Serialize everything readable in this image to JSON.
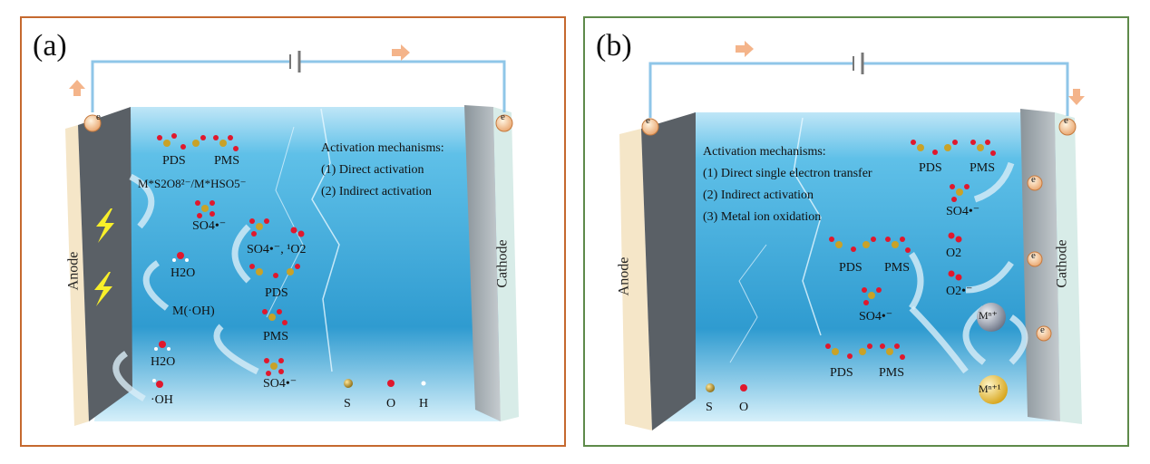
{
  "panel_a": {
    "tag": "(a)",
    "mechanism_title": "Activation mechanisms:",
    "mechanisms": [
      "(1) Direct activation",
      "(2) Indirect activation"
    ],
    "electrode_left": "Anode",
    "electrode_right": "Cathode",
    "electron": "e",
    "labels": {
      "pds_top": "PDS",
      "pms_top": "PMS",
      "m_complex": "M*S2O8²⁻/M*HSO5⁻",
      "so4_1": "SO4•⁻",
      "h2o_1": "H2O",
      "m_oh": "M(·OH)",
      "h2o_2": "H2O",
      "oh": "·OH",
      "so4_o2": "SO4•⁻, ¹O2",
      "pds_mid": "PDS",
      "pms_mid": "PMS",
      "so4_2": "SO4•⁻"
    },
    "legend": [
      "S",
      "O",
      "H"
    ]
  },
  "panel_b": {
    "tag": "(b)",
    "mechanism_title": "Activation mechanisms:",
    "mechanisms": [
      "(1)  Direct single electron transfer",
      "(2)  Indirect activation",
      "(3)  Metal ion oxidation"
    ],
    "electrode_left": "Anode",
    "electrode_right": "Cathode",
    "electron": "e",
    "labels": {
      "pds_top": "PDS",
      "pms_top": "PMS",
      "so4_top": "SO4•⁻",
      "o2": "O2",
      "o2_rad": "O2•⁻",
      "pds_mid": "PDS",
      "pms_mid": "PMS",
      "so4_mid": "SO4•⁻",
      "mn": "Mⁿ⁺",
      "mn1": "Mⁿ⁺¹",
      "pds_bot": "PDS",
      "pms_bot": "PMS"
    },
    "legend": [
      "S",
      "O"
    ]
  },
  "colors": {
    "panel_a_border": "#c5692f",
    "panel_b_border": "#5e8a4a",
    "water": "#3aa6d6",
    "sulfur": "#c9a227",
    "oxygen": "#e0182d",
    "arrow_orange": "#f4b48a"
  }
}
